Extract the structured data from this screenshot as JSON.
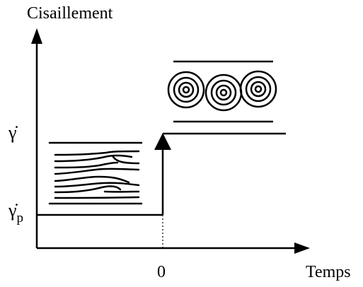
{
  "title": "Cisaillement",
  "x_axis_label": "Temps",
  "origin_tick_label": "0",
  "y_levels": {
    "high": {
      "symbol": "γ̇"
    },
    "low": {
      "symbol": "γ̇",
      "subscript": "p"
    }
  },
  "diagram": {
    "type": "step",
    "description_items": [
      "lamellar-phase",
      "onion-phase"
    ],
    "step_time_label": "0"
  }
}
